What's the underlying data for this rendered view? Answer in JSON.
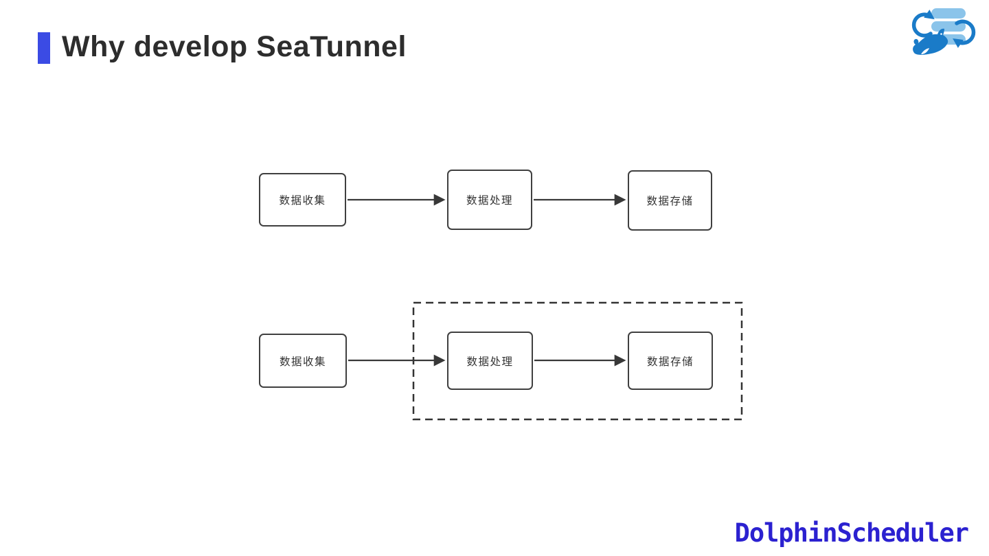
{
  "header": {
    "title": "Why develop SeaTunnel"
  },
  "logo": {
    "icons": [
      "database-stack-icon",
      "refresh-arrows-icon",
      "dolphin-icon"
    ]
  },
  "flow_top": {
    "nodes": [
      {
        "label": "数据收集"
      },
      {
        "label": "数据处理"
      },
      {
        "label": "数据存储"
      }
    ]
  },
  "flow_bottom": {
    "nodes": [
      {
        "label": "数据收集"
      },
      {
        "label": "数据处理"
      },
      {
        "label": "数据存储"
      }
    ]
  },
  "footer": {
    "brand": "DolphinScheduler"
  },
  "colors": {
    "accent_bar": "#3b4be4",
    "title_text": "#2d2d2d",
    "diagram_stroke": "#3a3a3a",
    "brand_text": "#2b21d0",
    "logo_light_blue": "#8bc4ea",
    "logo_blue": "#1a7bc8"
  }
}
